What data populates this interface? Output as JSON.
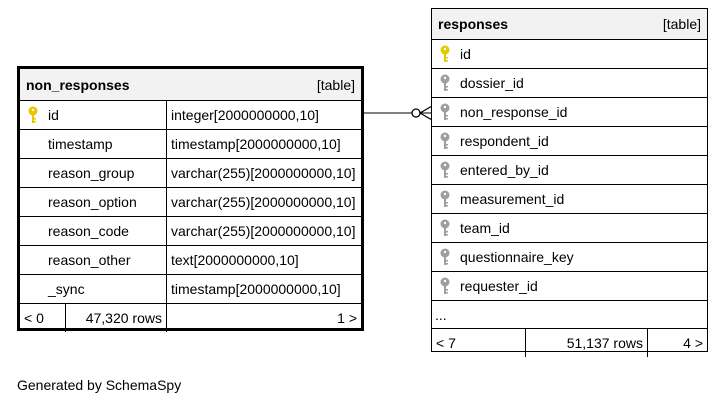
{
  "non_responses": {
    "name": "non_responses",
    "kind": "[table]",
    "columns": [
      {
        "name": "id",
        "type": "integer[2000000000,10]",
        "pk": true
      },
      {
        "name": "timestamp",
        "type": "timestamp[2000000000,10]"
      },
      {
        "name": "reason_group",
        "type": "varchar(255)[2000000000,10]"
      },
      {
        "name": "reason_option",
        "type": "varchar(255)[2000000000,10]"
      },
      {
        "name": "reason_code",
        "type": "varchar(255)[2000000000,10]"
      },
      {
        "name": "reason_other",
        "type": "text[2000000000,10]"
      },
      {
        "name": "_sync",
        "type": "timestamp[2000000000,10]"
      }
    ],
    "footer": {
      "left": "< 0",
      "rows": "47,320 rows",
      "right": "1 >"
    }
  },
  "responses": {
    "name": "responses",
    "kind": "[table]",
    "columns": [
      {
        "name": "id",
        "pk": true
      },
      {
        "name": "dossier_id"
      },
      {
        "name": "non_response_id"
      },
      {
        "name": "respondent_id"
      },
      {
        "name": "entered_by_id"
      },
      {
        "name": "measurement_id"
      },
      {
        "name": "team_id"
      },
      {
        "name": "questionnaire_key"
      },
      {
        "name": "requester_id"
      }
    ],
    "more": "...",
    "footer": {
      "left": "< 7",
      "rows": "51,137 rows",
      "right": "4 >"
    }
  },
  "footer_text": "Generated by SchemaSpy",
  "colors": {
    "pk_key": "#e6c800",
    "fk_key": "#9e9e9e",
    "header_bg": "#f2f2f2"
  },
  "icons": {
    "primary_key": "key-icon",
    "foreign_key": "key-icon"
  }
}
